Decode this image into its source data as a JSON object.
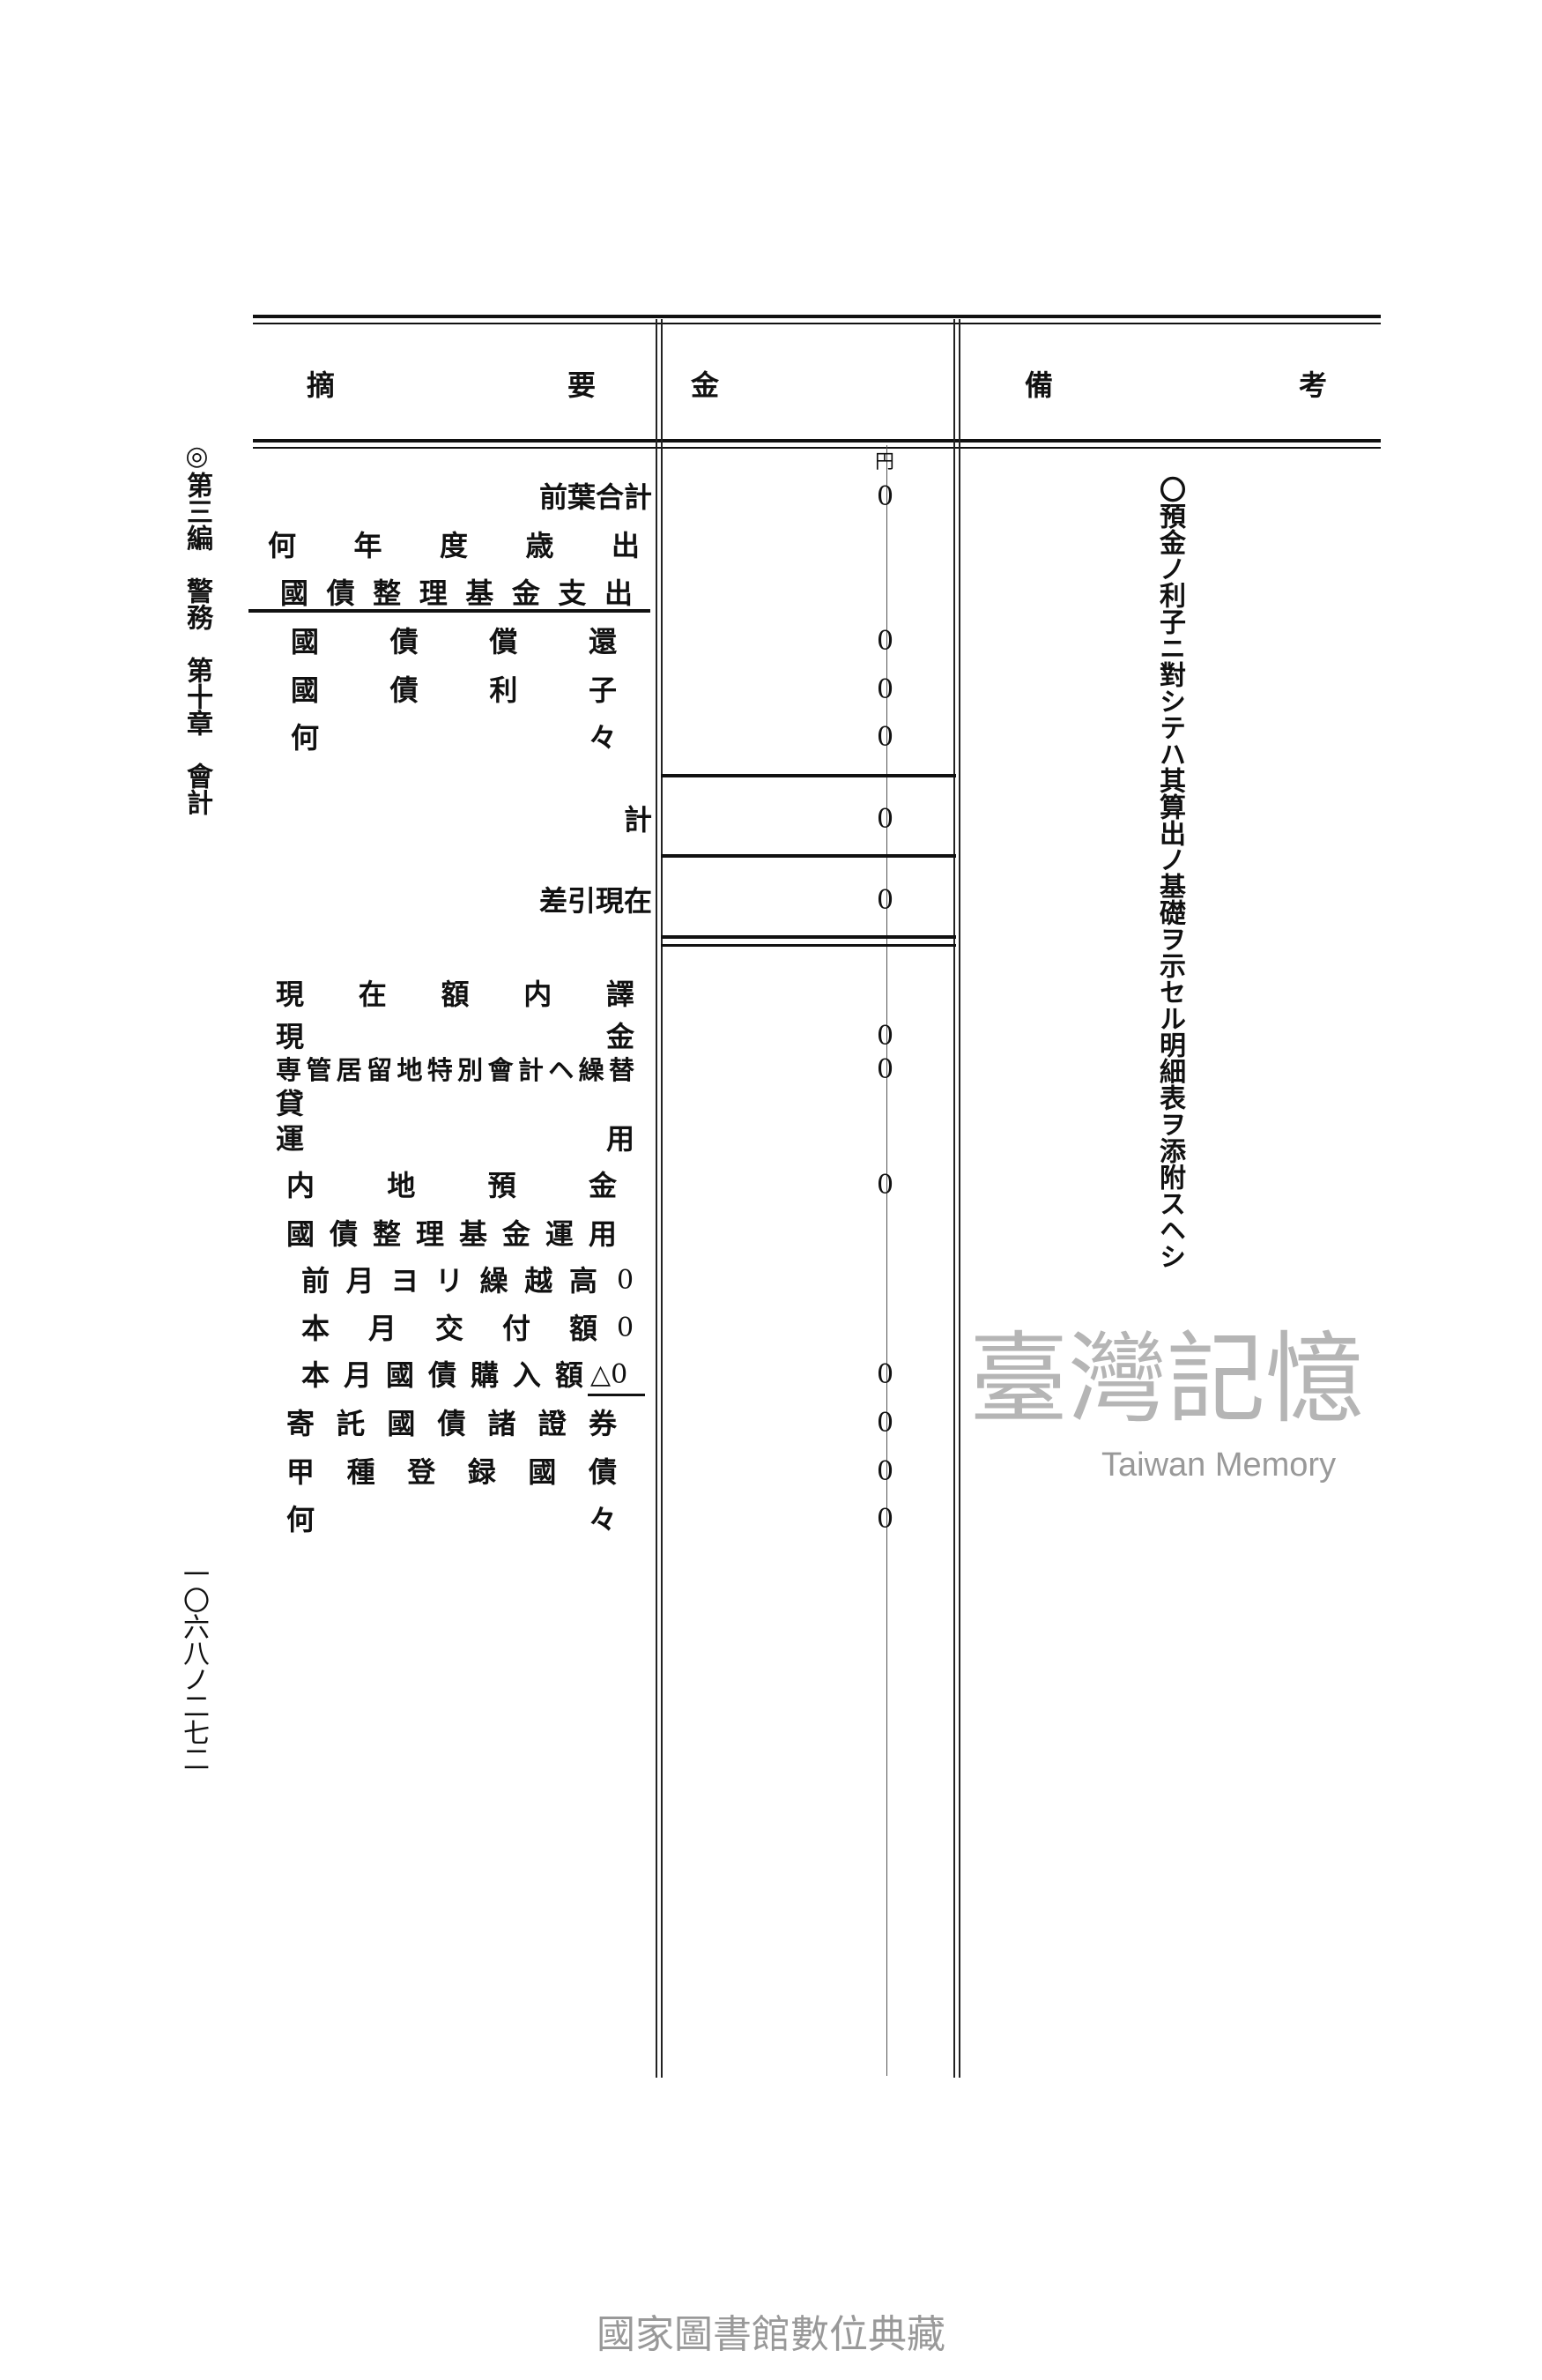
{
  "header": {
    "summary_col": [
      "摘",
      "要"
    ],
    "amount_col": "金",
    "remarks_col": [
      "備",
      "考"
    ],
    "unit": "円"
  },
  "margin": {
    "section": "◎第三編　警務　第十章　會計",
    "page_number": "一〇六八ノ二七二"
  },
  "rows": [
    {
      "label": "前葉合計",
      "amount": "0"
    },
    {
      "label": "何年度歳出"
    },
    {
      "label": "國債整理基金支出"
    },
    {
      "label": "國債償還",
      "amount": "0"
    },
    {
      "label": "國債利子",
      "amount": "0"
    },
    {
      "label": "何々",
      "amount": "0"
    },
    {
      "label": "計",
      "amount": "0"
    },
    {
      "label": "差引現在",
      "amount": "0"
    },
    {
      "label": "現在額内譯"
    },
    {
      "label": "現金",
      "amount": "0"
    },
    {
      "label": "専管居留地特別會計ヘ繰替",
      "amount": "0"
    },
    {
      "label": "貸"
    },
    {
      "label": "運用"
    },
    {
      "label": "内地預金",
      "amount": "0"
    },
    {
      "label": "國債整理基金運用"
    },
    {
      "label": "前月ヨリ繰越高",
      "sub_amount": "0"
    },
    {
      "label": "本月交付額",
      "sub_amount": "0"
    },
    {
      "label": "本月國債購入額",
      "sub_amount": "△0",
      "amount": "0"
    },
    {
      "label": "寄託國債諸證券",
      "amount": "0"
    },
    {
      "label": "甲種登録國債",
      "amount": "0"
    },
    {
      "label": "何々",
      "amount": "0"
    }
  ],
  "remarks": "〇預金ノ利子ニ對シテハ其算出ノ基礎ヲ示セル明細表ヲ添附スヘシ",
  "watermark": {
    "chinese": "臺灣記憶",
    "english": "Taiwan Memory"
  },
  "footer": "國家圖書館數位典藏"
}
